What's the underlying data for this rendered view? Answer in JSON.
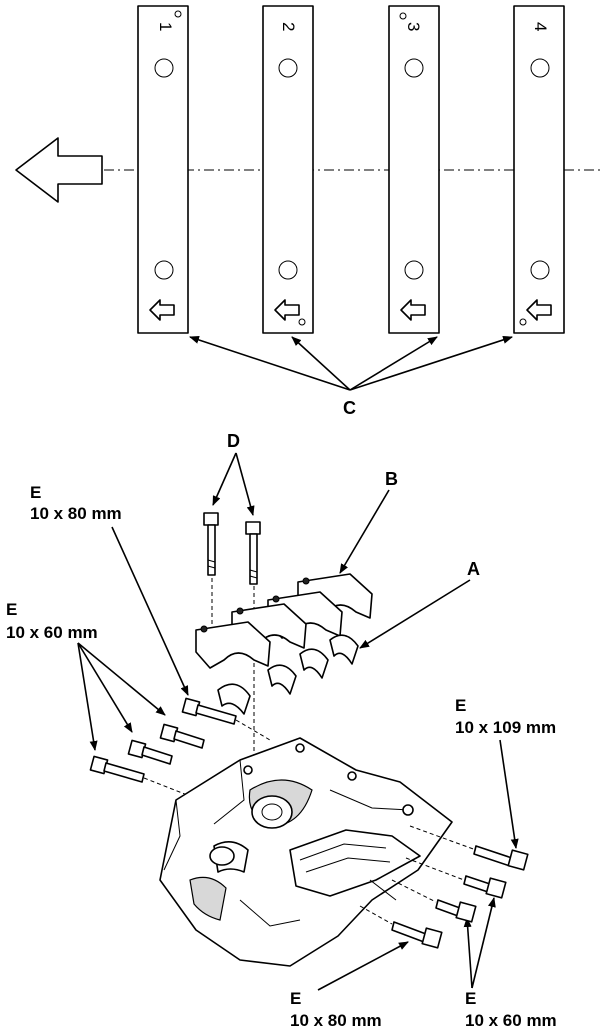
{
  "caps": [
    {
      "number": "1"
    },
    {
      "number": "2"
    },
    {
      "number": "3"
    },
    {
      "number": "4"
    }
  ],
  "callouts": {
    "A": {
      "letter": "A"
    },
    "B": {
      "letter": "B"
    },
    "C": {
      "letter": "C"
    },
    "D": {
      "letter": "D"
    },
    "E_80_left": {
      "letter": "E",
      "size": "10 x 80 mm"
    },
    "E_60_left": {
      "letter": "E",
      "size": "10 x 60 mm"
    },
    "E_109_right": {
      "letter": "E",
      "size": "10 x 109 mm"
    },
    "E_80_bottom": {
      "letter": "E",
      "size": "10 x 80 mm"
    },
    "E_60_bottom": {
      "letter": "E",
      "size": "10 x 60 mm"
    }
  }
}
